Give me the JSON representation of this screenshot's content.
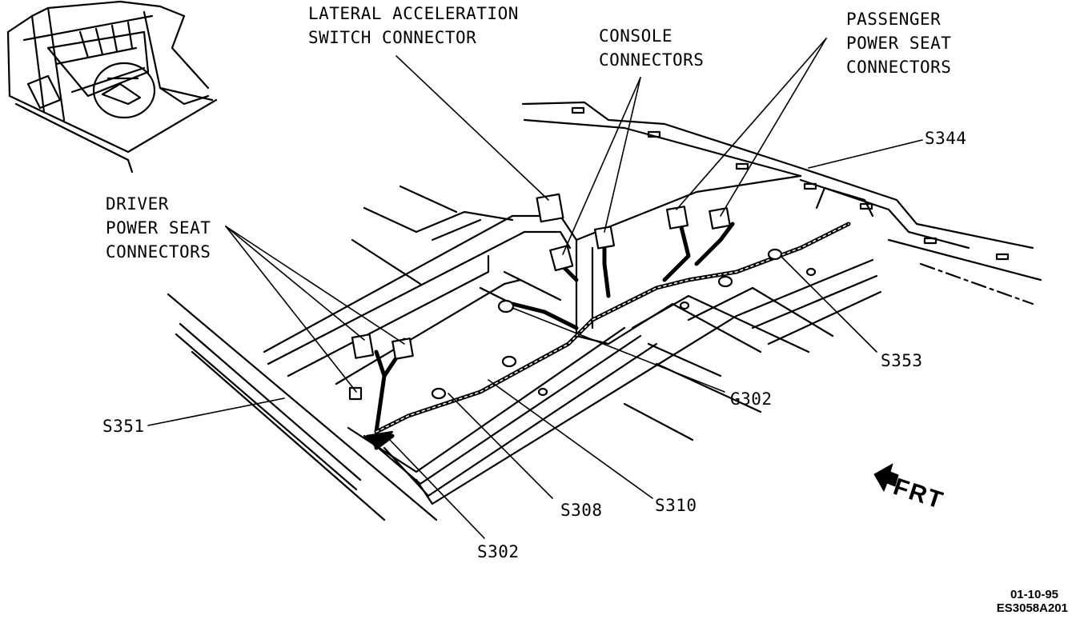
{
  "labels": {
    "lateral_accel": "LATERAL ACCELERATION\nSWITCH CONNECTOR",
    "console": "CONSOLE\nCONNECTORS",
    "passenger": "PASSENGER\nPOWER SEAT\nCONNECTORS",
    "s344": "S344",
    "driver": "DRIVER\nPOWER SEAT\nCONNECTORS",
    "s353": "S353",
    "g302": "G302",
    "s351": "S351",
    "s310": "S310",
    "s308": "S308",
    "s302": "S302",
    "frt": "FRT",
    "date": "01-10-95",
    "code": "ES3058A201"
  },
  "colors": {
    "ink": "#000000",
    "paper": "#ffffff"
  }
}
